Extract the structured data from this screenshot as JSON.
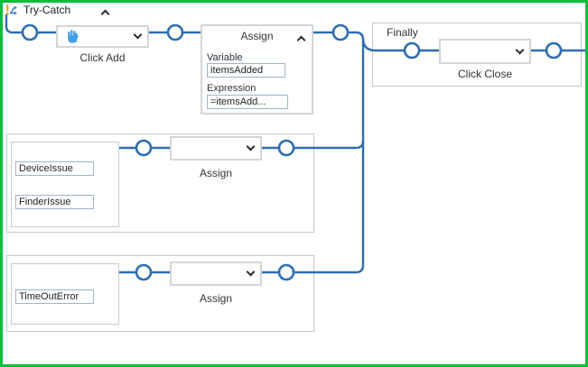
{
  "activity": {
    "title": "Try-Catch"
  },
  "try_flow": {
    "click_add": {
      "label": "Click Add"
    },
    "assign_card": {
      "title": "Assign",
      "variable_label": "Variable",
      "variable_value": "itemsAdded",
      "expression_label": "Expression",
      "expression_value": "=itemsAdd..."
    }
  },
  "catches": [
    {
      "exceptions": [
        "DeviceIssue",
        "FinderIssue"
      ],
      "activity_label": "Assign"
    },
    {
      "exceptions": [
        "TimeOutError"
      ],
      "activity_label": "Assign"
    }
  ],
  "finally_section": {
    "title": "Finally",
    "click_close": {
      "label": "Click Close"
    }
  },
  "colors": {
    "selection_border": "#0CBE3C",
    "flow_line": "#2E6DB0",
    "hand_icon": "#3F9EE8",
    "trycatch_icon_accent": "#F0A22E",
    "box_border": "#D5D5D5",
    "input_border": "#9FB4C7",
    "text": "#333333"
  }
}
